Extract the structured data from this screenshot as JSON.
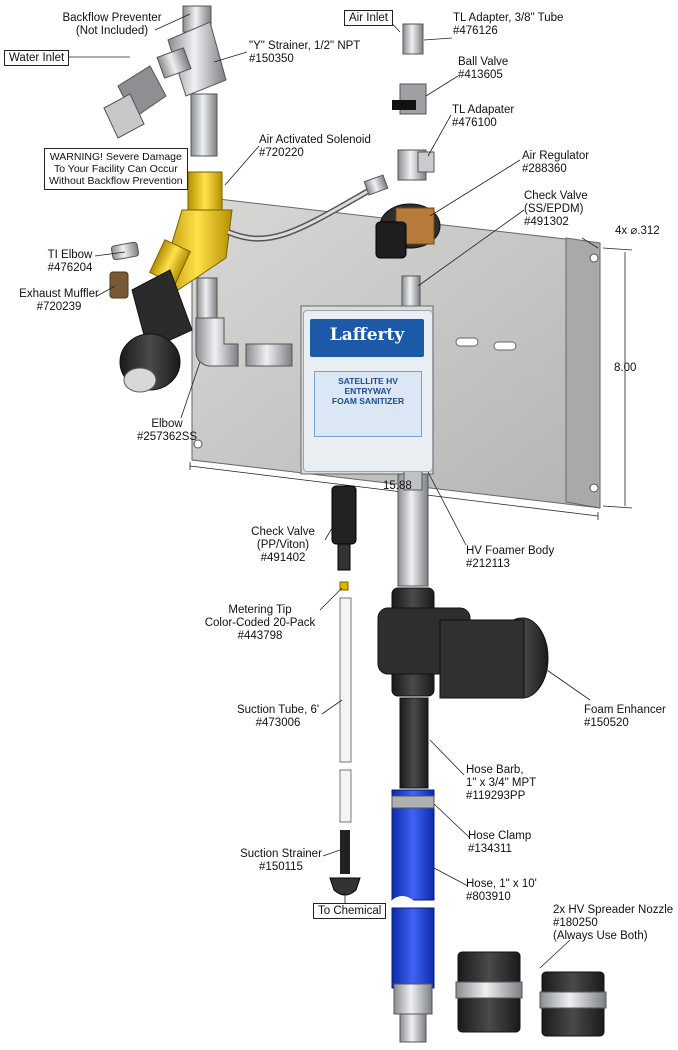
{
  "labels": {
    "backflow": [
      "Backflow Preventer",
      "(Not Included)"
    ],
    "water_inlet": "Water Inlet",
    "y_strainer": [
      "\"Y\" Strainer, 1/2\" NPT",
      "#150350"
    ],
    "warning": [
      "WARNING! Severe Damage",
      "To Your Facility Can Occur",
      "Without Backflow Prevention"
    ],
    "air_solenoid": [
      "Air Activated Solenoid",
      "#720220"
    ],
    "tl_elbow": [
      "TI Elbow",
      "#476204"
    ],
    "exhaust_muffler": [
      "Exhaust Muffler",
      "#720239"
    ],
    "elbow": [
      "Elbow",
      "#257362SS"
    ],
    "air_inlet": "Air Inlet",
    "tl_adapter_38": [
      "TL Adapter, 3/8\" Tube",
      "#476126"
    ],
    "ball_valve": [
      "Ball Valve",
      "#413605"
    ],
    "tl_adapater": [
      "TL Adapater",
      "#476100"
    ],
    "air_regulator": [
      "Air Regulator",
      "#288360"
    ],
    "check_valve_ss": [
      "Check Valve",
      "(SS/EPDM)",
      "#491302"
    ],
    "holes": "4x ⌀.312",
    "height_dim": "8.00",
    "width_dim": "15.88",
    "check_valve_pp": [
      "Check Valve",
      "(PP/Viton)",
      "#491402"
    ],
    "hv_foamer": [
      "HV Foamer Body",
      "#212113"
    ],
    "metering_tip": [
      "Metering Tip",
      "Color-Coded 20-Pack",
      "#443798"
    ],
    "suction_tube": [
      "Suction Tube, 6'",
      "#473006"
    ],
    "foam_enhancer": [
      "Foam Enhancer",
      "#150520"
    ],
    "hose_barb": [
      "Hose Barb,",
      "1\" x 3/4\" MPT",
      "#119293PP"
    ],
    "hose_clamp": [
      "Hose Clamp",
      "#134311"
    ],
    "suction_strainer": [
      "Suction Strainer",
      "#150115"
    ],
    "hose": [
      "Hose, 1\" x 10'",
      "#803910"
    ],
    "to_chemical": "To Chemical",
    "spreader": [
      "2x HV Spreader Nozzle",
      "#180250",
      "(Always Use Both)"
    ]
  },
  "product_label": {
    "brand": "Lafferty",
    "title": [
      "SATELLITE HV",
      "ENTRYWAY",
      "FOAM SANITIZER"
    ]
  },
  "colors": {
    "plate": "#c9c9c7",
    "solenoid": "#e6c300",
    "hose": "#1f3fd6",
    "body": "#2c2c2c",
    "brand_blue": "#1c5aa8",
    "steel": "#b9bcbf"
  }
}
